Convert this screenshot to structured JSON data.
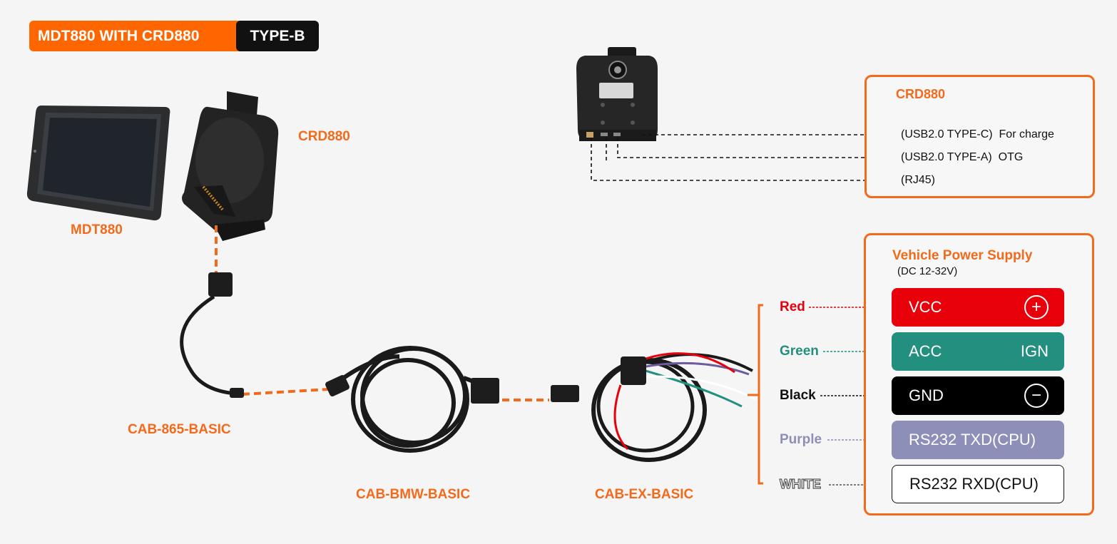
{
  "header": {
    "title": "MDT880 WITH CRD880",
    "tag": "TYPE-B"
  },
  "devices": {
    "tablet_label": "MDT880",
    "cradle_label": "CRD880",
    "cable1_label": "CAB-865-BASIC",
    "cable2_label": "CAB-BMW-BASIC",
    "cable3_label": "CAB-EX-BASIC"
  },
  "crd_box": {
    "title": "CRD880",
    "ports": [
      {
        "name": "(USB2.0 TYPE-C)",
        "desc": "For charge"
      },
      {
        "name": "(USB2.0 TYPE-A)",
        "desc": "OTG"
      },
      {
        "name": "(RJ45)",
        "desc": ""
      }
    ]
  },
  "power_box": {
    "title": "Vehicle Power Supply",
    "subtitle": "(DC 12-32V)",
    "wires": [
      {
        "color_name": "Red",
        "color": "#e8000b",
        "signal": "VCC",
        "symbol": "+",
        "fill": "#e8000b",
        "text_color": "#ffffff"
      },
      {
        "color_name": "Green",
        "color": "#23907f",
        "signal": "ACC",
        "symbol": "IGN",
        "fill": "#23907f",
        "text_color": "#ffffff"
      },
      {
        "color_name": "Black",
        "color": "#111111",
        "signal": "GND",
        "symbol": "−",
        "fill": "#000000",
        "text_color": "#ffffff"
      },
      {
        "color_name": "Purple",
        "color": "#8d8fb8",
        "signal": "RS232 TXD(CPU)",
        "symbol": "",
        "fill": "#8d8fb8",
        "text_color": "#ffffff"
      },
      {
        "color_name": "WHITE",
        "color": "#ffffff",
        "signal": "RS232 RXD(CPU)",
        "symbol": "",
        "fill": "#ffffff",
        "text_color": "#111111"
      }
    ]
  },
  "colors": {
    "accent": "#f26a1b",
    "badge_orange": "#ff6600"
  }
}
